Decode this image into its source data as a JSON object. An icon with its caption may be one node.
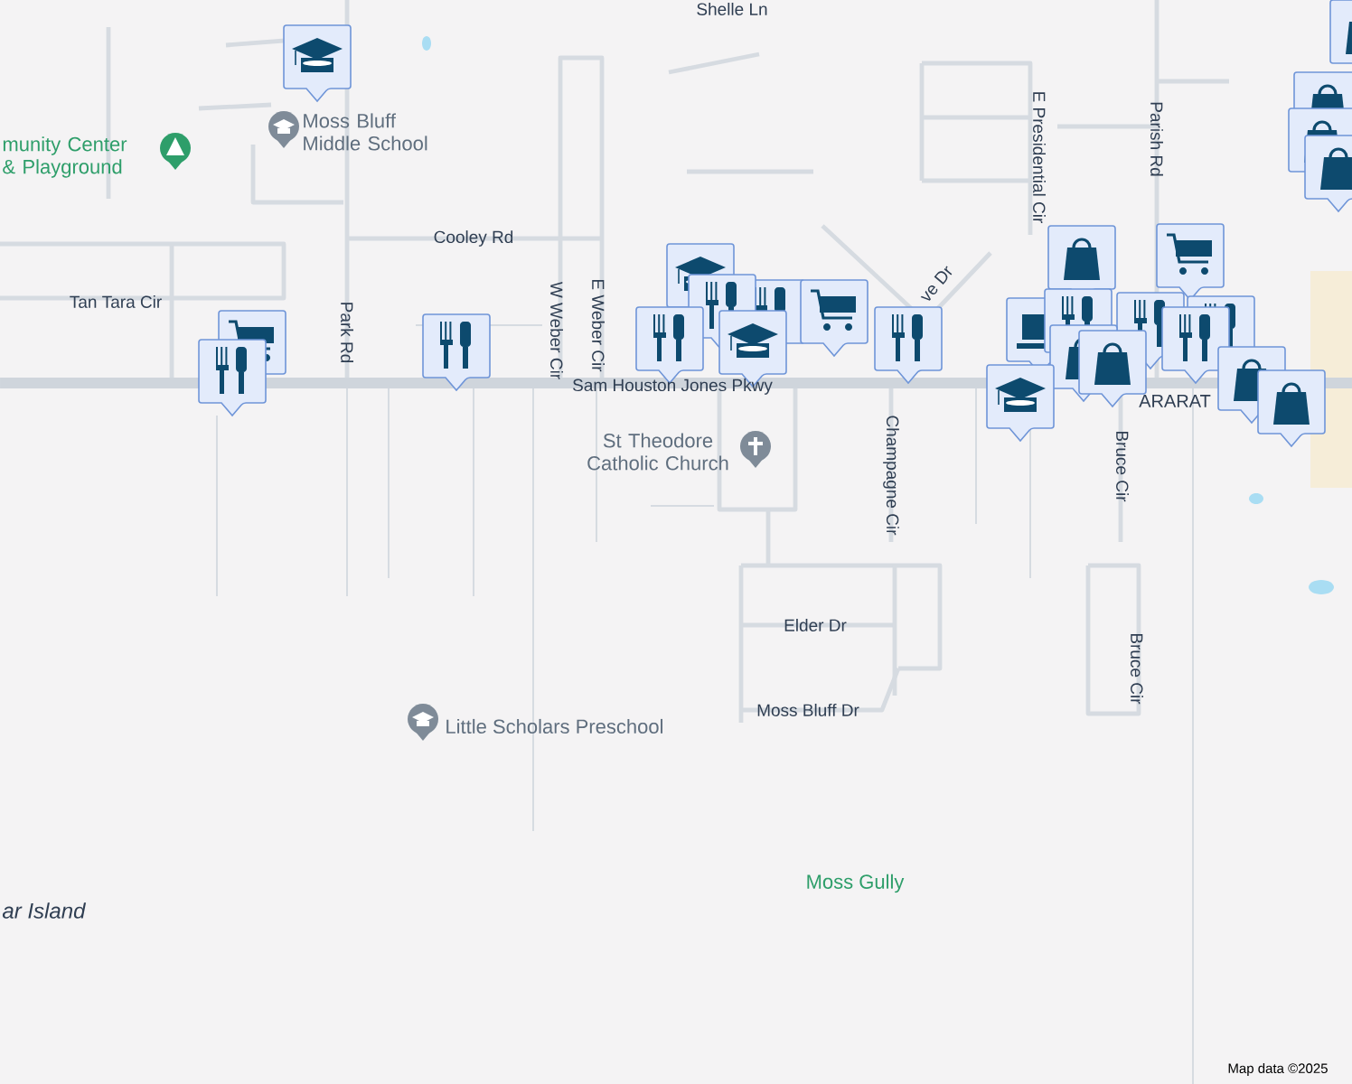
{
  "diagram": {
    "labels": [
      "Shelle Ln",
      "Moss Bluff Middle School",
      "munity Center & Playground",
      "Cooley Rd",
      "E Presidential Cir",
      "Parish Rd",
      "W Weber Cir",
      "E Weber Cir",
      "Tan Tara Cir",
      "Park Rd",
      "ve Dr",
      "Sam Houston Jones Pkwy",
      "ARARAT",
      "St Theodore Catholic Church",
      "Champagne Cir",
      "Bruce Cir",
      "Elder Dr",
      "Bruce Cir",
      "Moss Bluff Dr",
      "Little Scholars Preschool",
      "ar Island",
      "Moss Gully",
      "Map data ©2025"
    ]
  }
}
